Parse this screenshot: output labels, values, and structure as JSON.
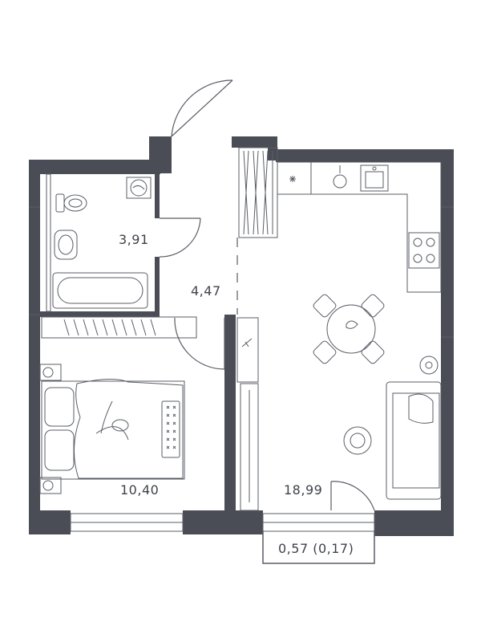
{
  "rooms": {
    "bathroom_area": "3,91",
    "hall_area": "4,47",
    "bedroom_area": "10,40",
    "living_area": "18,99",
    "balcony_area": "0,57 (0,17)"
  },
  "colors": {
    "wall": "#4a4d55",
    "line": "#5a5d66",
    "text": "#3f424a",
    "background": "#ffffff"
  }
}
